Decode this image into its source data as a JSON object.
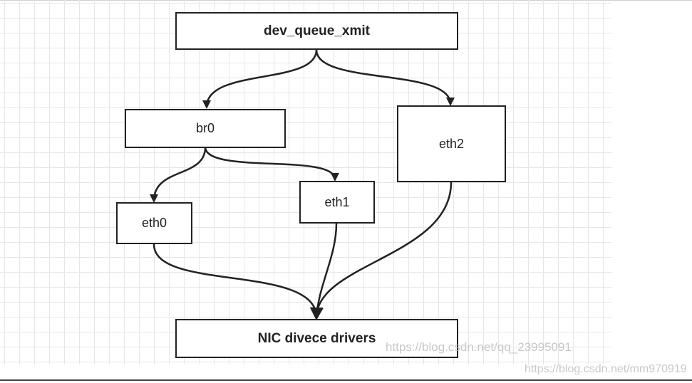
{
  "diagram": {
    "nodes": {
      "dev_queue_xmit": "dev_queue_xmit",
      "br0": "br0",
      "eth2": "eth2",
      "eth0": "eth0",
      "eth1": "eth1",
      "nic_drivers": "NIC divece drivers"
    }
  },
  "watermarks": {
    "inner": "https://blog.csdn.net/qq_23995091",
    "corner": "https://blog.csdn.net/mm970919"
  },
  "colors": {
    "line": "#222222",
    "grid": "#e6e6e6",
    "watermark": "#bebebe"
  }
}
